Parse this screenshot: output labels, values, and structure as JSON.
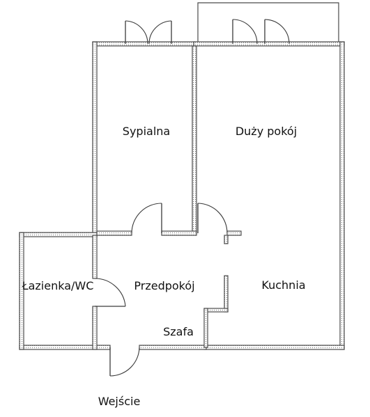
{
  "rooms": {
    "sypialna": "Sypialna",
    "duzy_pokoj": "Duży pokój",
    "lazienka": "Łazienka/WC",
    "przedpokoj": "Przedpokój",
    "kuchnia": "Kuchnia",
    "szafa": "Szafa"
  },
  "entrance": "Wejście",
  "colors": {
    "wall_stroke": "#4a4a4a",
    "text": "#111111",
    "background": "#ffffff"
  }
}
